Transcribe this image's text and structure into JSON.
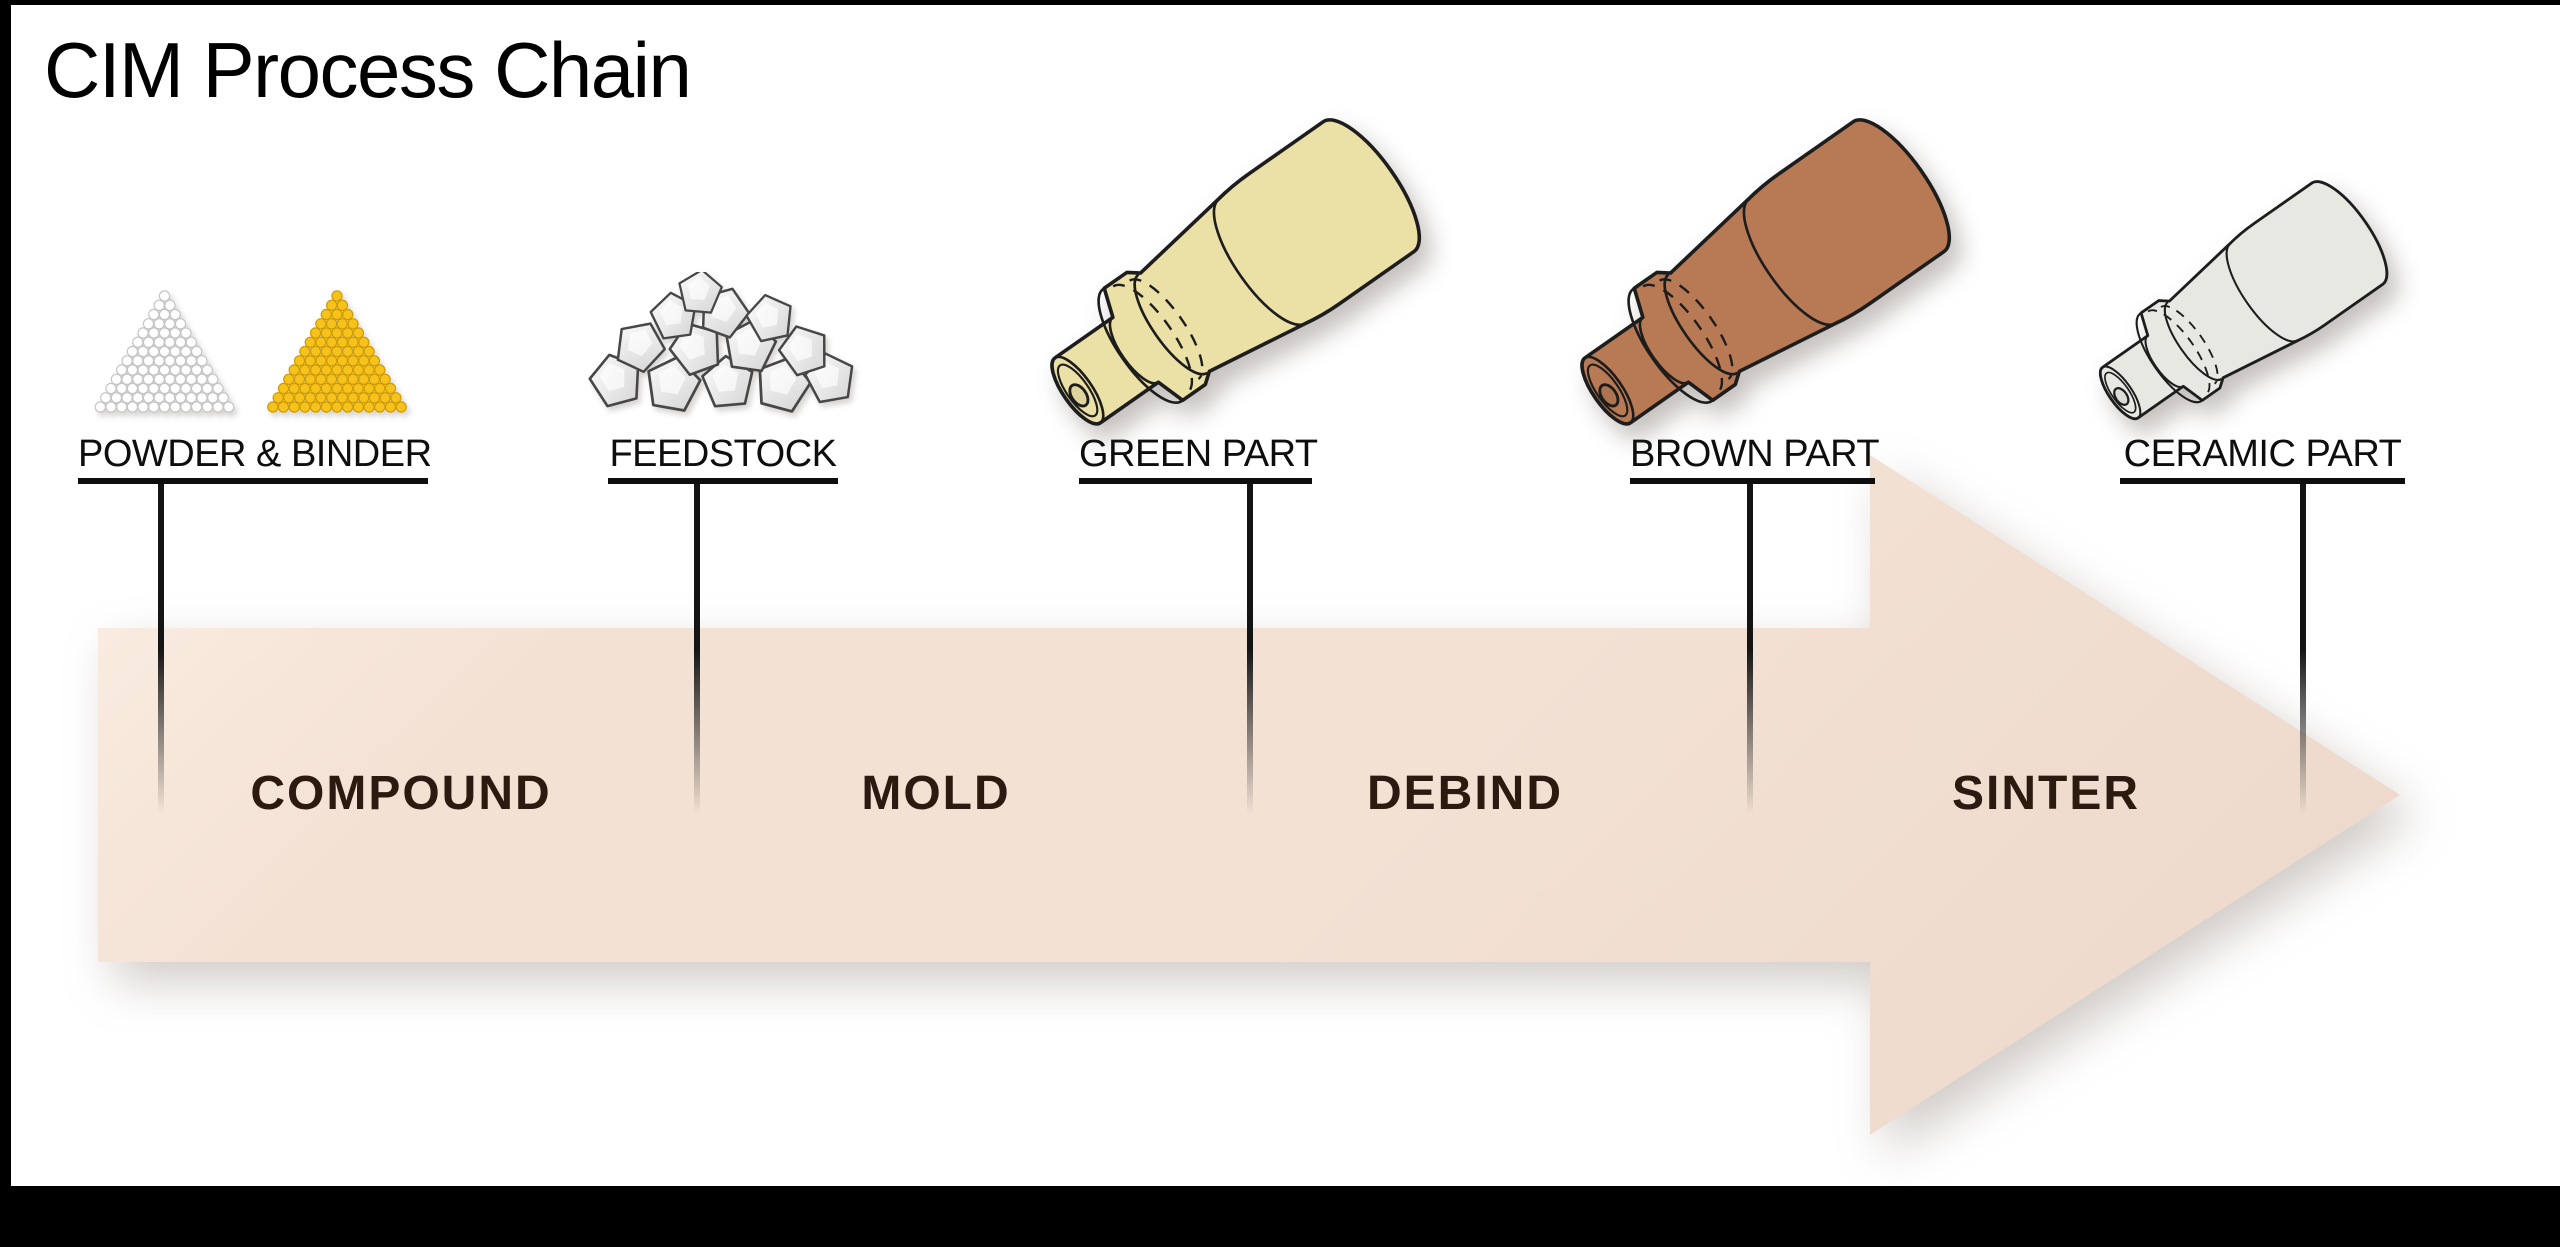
{
  "title": "CIM Process Chain",
  "stages": [
    {
      "label": "POWDER & BINDER",
      "icon": "powder-binder-triangles-icon"
    },
    {
      "label": "FEEDSTOCK",
      "icon": "feedstock-pellets-icon"
    },
    {
      "label": "GREEN PART",
      "icon": "green-part-nozzle-icon"
    },
    {
      "label": "BROWN PART",
      "icon": "brown-part-nozzle-icon"
    },
    {
      "label": "CERAMIC PART",
      "icon": "ceramic-part-nozzle-icon"
    }
  ],
  "process_steps": [
    {
      "label": "COMPOUND"
    },
    {
      "label": "MOLD"
    },
    {
      "label": "DEBIND"
    },
    {
      "label": "SINTER"
    }
  ],
  "colors": {
    "arrow_light": "#fcefe4",
    "arrow_mid": "#f3e1d4",
    "arrow_dark": "#ecd8ca",
    "step_text": "#2c1a10",
    "label_text": "#0e0e0e",
    "powder": "#ffffff",
    "powder_outline": "#c6c6c6",
    "binder": "#f6c21b",
    "binder_outline": "#cf9c00",
    "green_part": "#ebe0a6",
    "brown_part": "#b87a54",
    "ceramic_part": "#e8e8e3",
    "pellet_outline": "#474747"
  }
}
